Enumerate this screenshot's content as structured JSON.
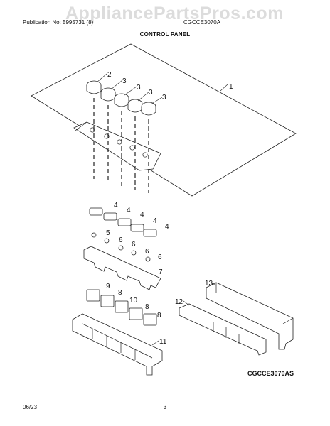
{
  "header": {
    "publication": "Publication No: 5995731 (8)",
    "model": "CGCCE3070A",
    "title": "CONTROL PANEL"
  },
  "watermark": "AppliancePartsPros.com",
  "model_code": "CGCCE3070AS",
  "footer": {
    "date": "06/23",
    "page": "3"
  },
  "callouts": [
    "1",
    "2",
    "3",
    "3",
    "3",
    "3",
    "4",
    "4",
    "4",
    "4",
    "4",
    "5",
    "6",
    "6",
    "6",
    "6",
    "7",
    "8",
    "8",
    "8",
    "9",
    "10",
    "11",
    "12",
    "13"
  ]
}
